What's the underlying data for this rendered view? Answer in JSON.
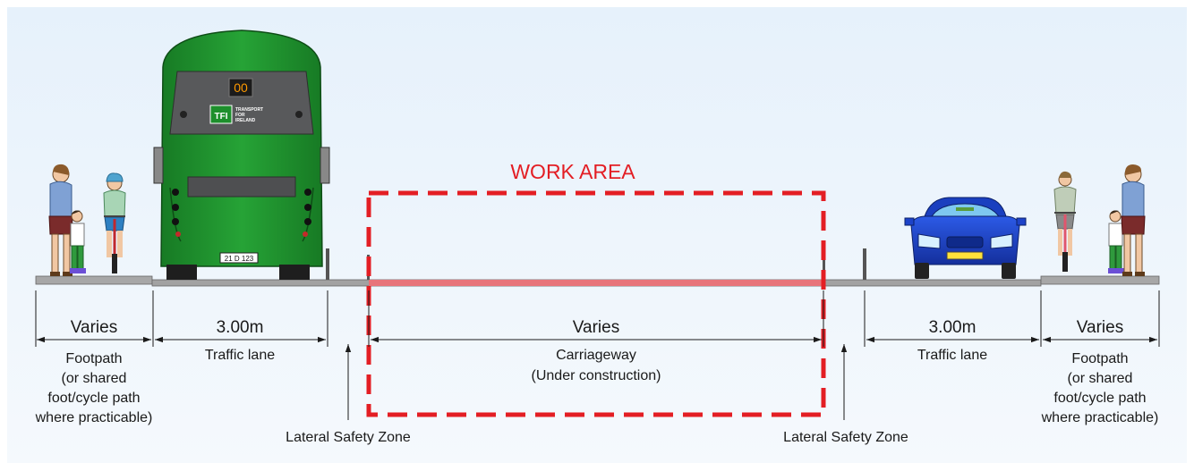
{
  "title": "WORK AREA",
  "colors": {
    "background": "#eaf3fb",
    "work_area": "#e31e24",
    "bus_body": "#1f8a2e",
    "car_body": "#1d43c9",
    "road": "#9a9a9a"
  },
  "bus": {
    "route_display": "00",
    "logo": "TFI",
    "operator_line1": "TRANSPORT",
    "operator_line2": "FOR",
    "operator_line3": "IRELAND",
    "plate": "21 D 123"
  },
  "dimensions": {
    "left_footpath": {
      "value": "Varies",
      "label_line1": "Footpath",
      "label_line2": "(or shared",
      "label_line3": "foot/cycle path",
      "label_line4": "where practicable)"
    },
    "left_lane": {
      "value": "3.00m",
      "label": "Traffic lane"
    },
    "carriageway": {
      "value": "Varies",
      "label_line1": "Carriageway",
      "label_line2": "(Under construction)"
    },
    "right_lane": {
      "value": "3.00m",
      "label": "Traffic lane"
    },
    "right_footpath": {
      "value": "Varies",
      "label_line1": "Footpath",
      "label_line2": "(or shared",
      "label_line3": "foot/cycle path",
      "label_line4": "where practicable)"
    }
  },
  "safety_zones": {
    "left": "Lateral Safety Zone",
    "right": "Lateral Safety Zone"
  }
}
